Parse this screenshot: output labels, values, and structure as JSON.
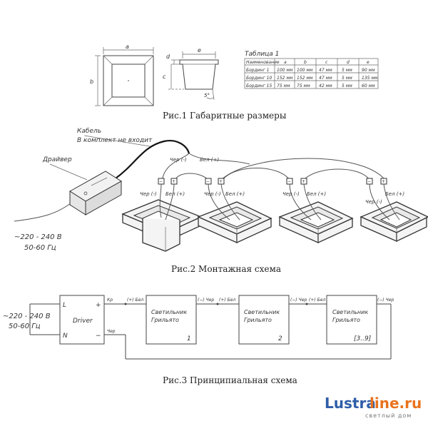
{
  "fig1": {
    "caption": "Рис.1 Габаритные размеры",
    "dim_a": "a",
    "dim_b": "b",
    "dim_c": "c",
    "dim_d": "d",
    "dim_e": "e",
    "dim_angle": "5°",
    "table_title": "Таблица 1",
    "table_headers": [
      "Наименование",
      "a",
      "b",
      "c",
      "d",
      "e"
    ],
    "table_rows": [
      [
        "Бординг 1",
        "100 мм",
        "100 мм",
        "47 мм",
        "5 мм",
        "90 мм"
      ],
      [
        "Бординг 10",
        "152 мм",
        "152 мм",
        "47 мм",
        "5 мм",
        "135 мм"
      ],
      [
        "Бординг 15",
        "75 мм",
        "75 мм",
        "42 мм",
        "5 мм",
        "60 мм"
      ]
    ]
  },
  "fig2": {
    "caption": "Рис.2 Монтажная схема",
    "cable_label_1": "Кабель",
    "cable_label_2": "В комплект не входит",
    "driver_label": "Драйвер",
    "voltage": "~220 - 240 В",
    "frequency": "50-60 Гц",
    "top_black": "Чер (-)",
    "top_white": "Бел (+)",
    "black": "Чер (-)",
    "white": "Бел (+)",
    "minus": "−",
    "plus": "+"
  },
  "fig3": {
    "caption": "Рис.3 Принципиальная схема",
    "voltage": "~220 - 240 В",
    "frequency": "50-60 Гц",
    "driver_L": "L",
    "driver_N": "N",
    "driver_name": "Driver",
    "driver_plus": "+",
    "driver_minus": "−",
    "out_top": "Кр",
    "out_bottom": "Чер",
    "wire_plus": "(+) Бел",
    "wire_minus": "(−) Чер",
    "lamp_name_1": "Светильник",
    "lamp_name_2": "Грильято",
    "lamp_ids": [
      "1",
      "2",
      "[3..9]"
    ]
  },
  "watermark": {
    "brand_dark": "Lustra",
    "brand_accent": "line.ru",
    "tagline": "светлый дом",
    "accent_color": "#e8731e",
    "dark_color": "#2f5ea8"
  }
}
